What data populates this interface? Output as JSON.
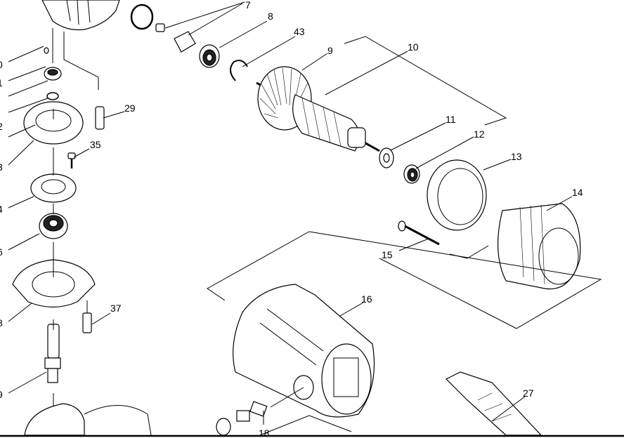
{
  "diagram": {
    "title": "Exploded parts diagram",
    "part_labels": {
      "p7": "7",
      "p8": "8",
      "p43": "43",
      "p9": "9",
      "p10": "10",
      "p11": "11",
      "p12": "12",
      "p13": "13",
      "p14": "14",
      "p15": "15",
      "p16": "16",
      "p18": "18",
      "p27": "27",
      "p29": "29",
      "p35": "35",
      "p37": "37",
      "l0": "0",
      "l1": "1",
      "l2": "2",
      "l3": "3",
      "l4": "4",
      "l6": "6",
      "l8": "8",
      "l9": "9"
    }
  }
}
